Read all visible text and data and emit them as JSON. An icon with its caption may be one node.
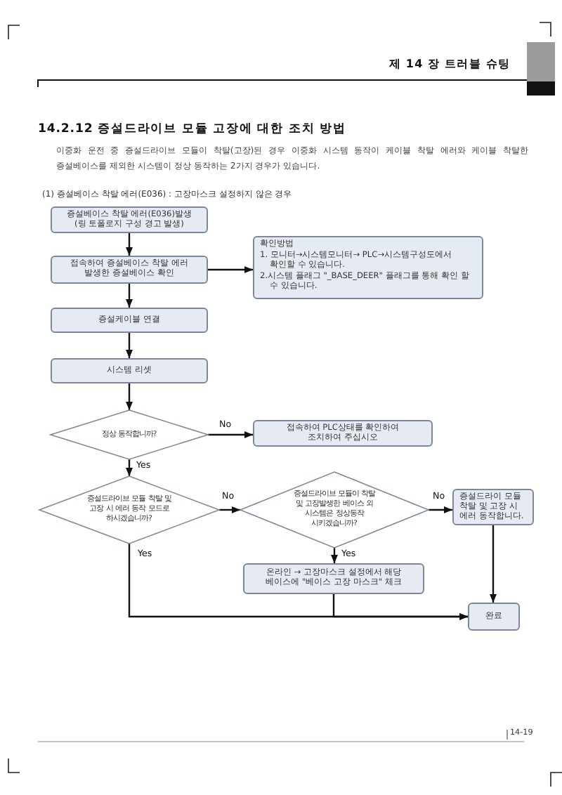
{
  "diagram": {
    "title": "14.2.12 증설드라이브 모듈 고장에 대한 조치 방법",
    "nodes": [
      {
        "text": [
          "증설베이스 착탈 에러(E036)발생 (링 토폴로지 구성 경고 발생)"
        ]
      },
      {
        "text": [
          "접속하여 증설베이스 착탈 에러 발생한 증설베이스 확인"
        ]
      },
      {
        "text": [
          "확인방법",
          "1. 모니터→시스템모니터→ PLC→시스템구성도에서 확인할 수 있습니다.",
          "2.시스템 플래그 \"_BASE_DEER\" 플래그를 통해 확인 할 수 있습니다."
        ]
      },
      {
        "text": [
          "증설케이블 연결"
        ]
      },
      {
        "text": [
          "시스템 리셋"
        ]
      },
      {
        "text": [
          "정상 동작합니까?"
        ]
      },
      {
        "text": [
          "접속하여 PLC상태를 확인하여 조치하여 주십시오"
        ]
      },
      {
        "text": [
          "증설드라이브 모듈 착탈 및 고장 시 에러 동작 모드로 하시겠습니까?"
        ]
      },
      {
        "text": [
          "증설드라이브 모듈이 착탈 및 고장발생한 베이스 외 시스템은 정상동작 시키겠습니까?"
        ]
      },
      {
        "text": [
          "증설드라이 모듈 착탈 및 고장 시 에러 동작합니다."
        ]
      },
      {
        "text": [
          "온라인 → 고장마스크 설정에서 해당 베이스에 \"베이스 고장 마스크\" 체크"
        ]
      },
      {
        "text": [
          "완료"
        ]
      }
    ],
    "edges": [
      {
        "from": 0,
        "to": 1,
        "arrow": "to"
      },
      {
        "from": 1,
        "to": 2,
        "arrow": "to"
      },
      {
        "from": 1,
        "to": 3,
        "arrow": "to"
      },
      {
        "from": 3,
        "to": 4,
        "arrow": "to"
      },
      {
        "from": 4,
        "to": 5,
        "arrow": "to"
      },
      {
        "from": 5,
        "to": 6,
        "arrow": "to",
        "label": "No"
      },
      {
        "from": 5,
        "to": 7,
        "arrow": "to",
        "label": "Yes"
      },
      {
        "from": 7,
        "to": 8,
        "arrow": "to",
        "label": "No"
      },
      {
        "from": 8,
        "to": 9,
        "arrow": "to",
        "label": "No"
      },
      {
        "from": 8,
        "to": 10,
        "arrow": "to",
        "label": "Yes"
      },
      {
        "from": 7,
        "to": 11,
        "arrow": "to",
        "label": "Yes"
      },
      {
        "from": 10,
        "to": 11,
        "arrow": "to"
      },
      {
        "from": 9,
        "to": 11,
        "arrow": "to"
      }
    ],
    "labels": [
      "제 14 장 트러블 슈팅",
      "이중화 운전 중 증설드라이브 모듈이 착탈(고장)된 경우 이중화 시스템 동작이 케이블 착탈 에러와 케이블 착탈한 증설베이스를 제외한 시스템이 정상 동작하는 2가지 경우가 있습니다.",
      "(1) 증설베이스 착탈 에러(E036) : 고장마스크 설정하지 않은 경우",
      "14-19"
    ]
  }
}
